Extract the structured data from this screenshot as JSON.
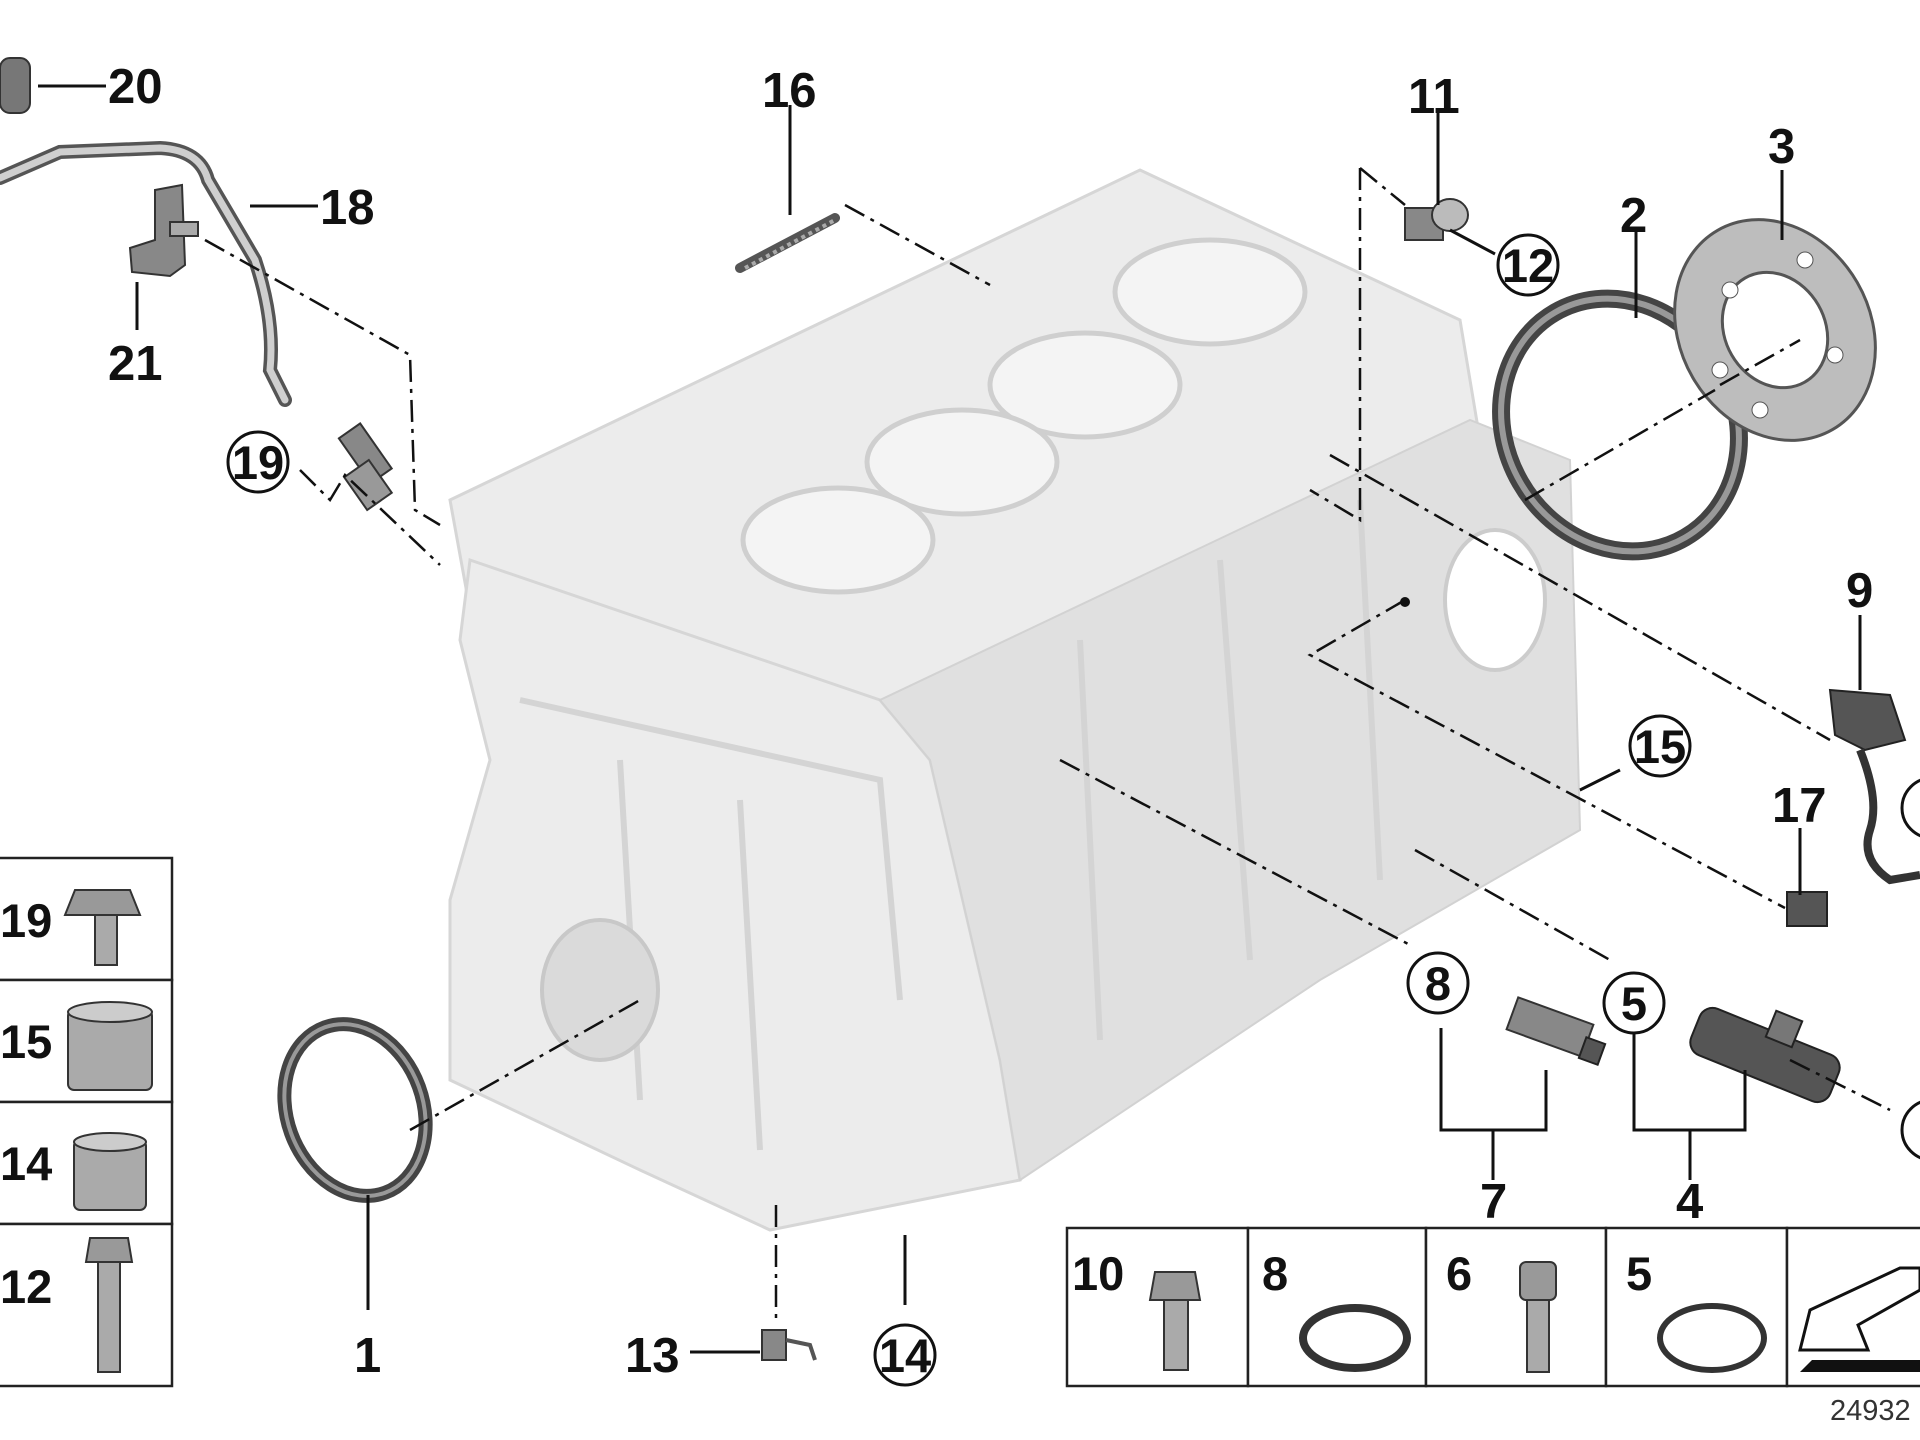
{
  "diagram": {
    "part_numbers": [
      "1",
      "2",
      "3",
      "4",
      "5",
      "7",
      "8",
      "9",
      "11",
      "12",
      "13",
      "14",
      "15",
      "16",
      "17",
      "18",
      "19",
      "20",
      "21"
    ],
    "left_table": [
      "19",
      "15",
      "14",
      "12"
    ],
    "bottom_table": [
      "10",
      "8",
      "6",
      "5"
    ],
    "reference_number": "24932"
  }
}
